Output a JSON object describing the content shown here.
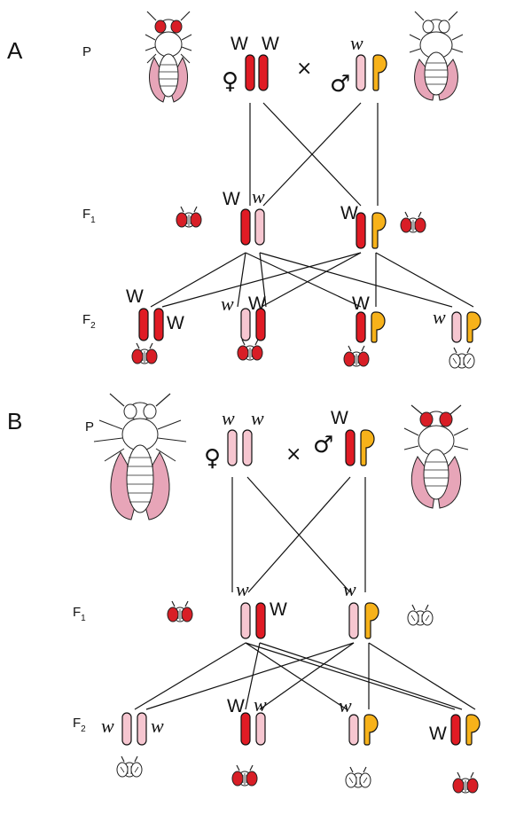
{
  "colors": {
    "red_eye_chromosome": "#e01b24",
    "white_eye_chromosome": "#f6c6d0",
    "y_chromosome": "#f7b21a",
    "wing_pink": "#e7a5b8",
    "fly_red_eye": "#d81e26"
  },
  "panel_a": {
    "label": "A",
    "p_label": "P",
    "f1_label": "F",
    "f1_sub": "1",
    "f2_label": "F",
    "f2_sub": "2",
    "female_symbol": "♀",
    "male_symbol": "♂",
    "cross_symbol": "×",
    "alleles": {
      "p_female_1": "W",
      "p_female_2": "W",
      "p_male": "w",
      "f1_female_1": "W",
      "f1_female_2": "w",
      "f1_male": "W",
      "f2_1_a": "W",
      "f2_1_b": "W",
      "f2_2_a": "w",
      "f2_2_b": "W",
      "f2_3": "W",
      "f2_4": "w"
    },
    "parent_female_icon": "red-eyed-female-fly-icon",
    "parent_male_icon": "white-eyed-male-fly-icon"
  },
  "panel_b": {
    "label": "B",
    "p_label": "P",
    "f1_label": "F",
    "f1_sub": "1",
    "f2_label": "F",
    "f2_sub": "2",
    "female_symbol": "♀",
    "male_symbol": "♂",
    "cross_symbol": "×",
    "alleles": {
      "p_female_1": "w",
      "p_female_2": "w",
      "p_male": "W",
      "f1_female_1": "w",
      "f1_female_2": "W",
      "f1_male": "w",
      "f2_1_a": "w",
      "f2_1_b": "w",
      "f2_2_a": "W",
      "f2_2_b": "w",
      "f2_3": "w",
      "f2_4": "W"
    },
    "parent_female_icon": "white-eyed-female-fly-icon",
    "parent_male_icon": "red-eyed-male-fly-icon"
  }
}
